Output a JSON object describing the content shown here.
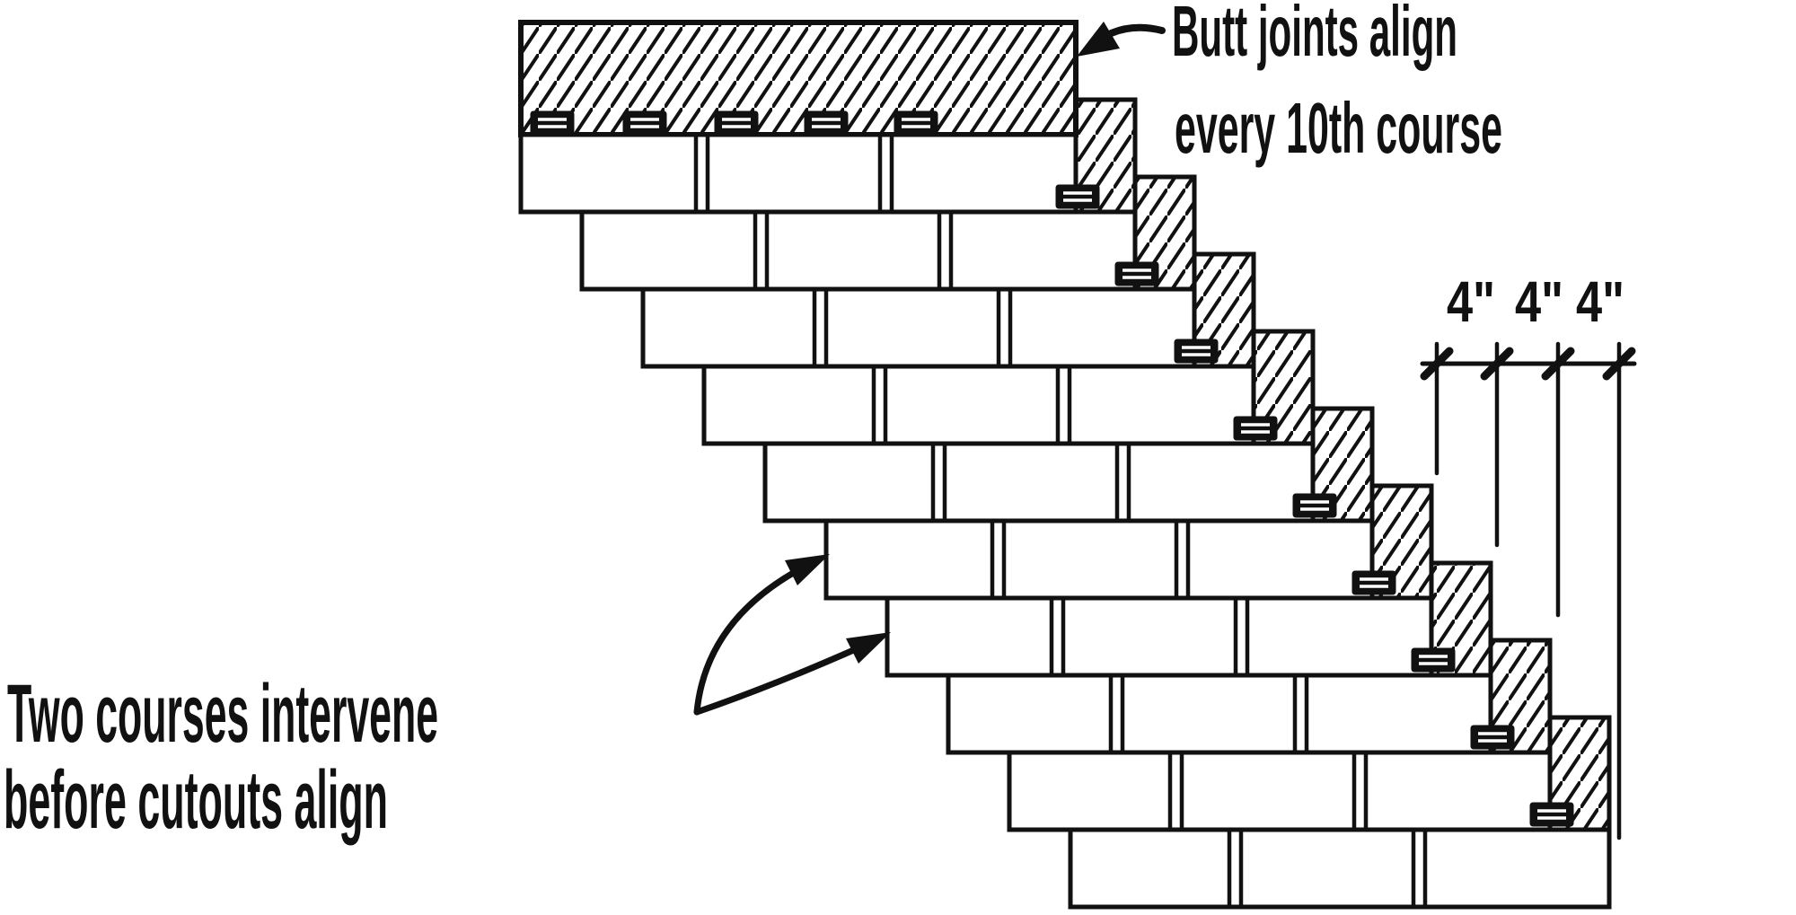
{
  "page": {
    "background": "#ffffff",
    "ink": "#111111"
  },
  "annotations": {
    "butt_joints": {
      "line1": "Butt joints align",
      "line2": "every 10th course"
    },
    "two_courses": {
      "line1": "Two courses intervene",
      "line2": "before cutouts align"
    }
  },
  "dimension": {
    "labels": [
      "4\"",
      "4\"",
      "4\""
    ]
  },
  "diagram": {
    "type": "shingle-diagonal-coursing-diagram",
    "courses": 10,
    "top_course_nail_count": 5,
    "step_offset_label": "4\""
  }
}
